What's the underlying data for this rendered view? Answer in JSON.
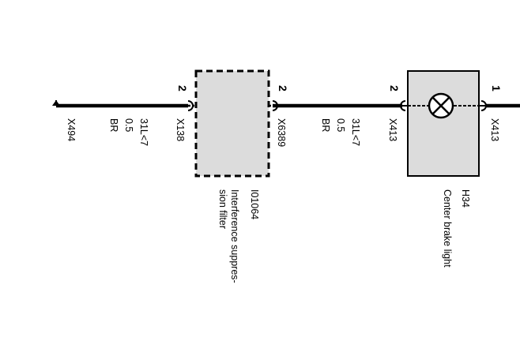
{
  "colors": {
    "wire": "#000000",
    "component_fill": "#dcdcdc",
    "background": "#ffffff"
  },
  "ground": {
    "connector": "X494"
  },
  "wire_left": {
    "code": "31L<7",
    "size": "0.5",
    "color": "BR"
  },
  "wire_right": {
    "code": "31L<7",
    "size": "0.5",
    "color": "BR"
  },
  "filter": {
    "id": "I01064",
    "name_line1": "Interference suppres-",
    "name_line2": "sion filter",
    "pin_left": "2",
    "pin_left_connector": "X138",
    "pin_right": "2",
    "pin_right_connector": "X6389"
  },
  "brake_light": {
    "id": "H34",
    "name": "Center brake light",
    "icon": "lamp-icon",
    "pin_left": "2",
    "pin_left_connector": "X413",
    "pin_right": "1",
    "pin_right_connector": "X413"
  }
}
